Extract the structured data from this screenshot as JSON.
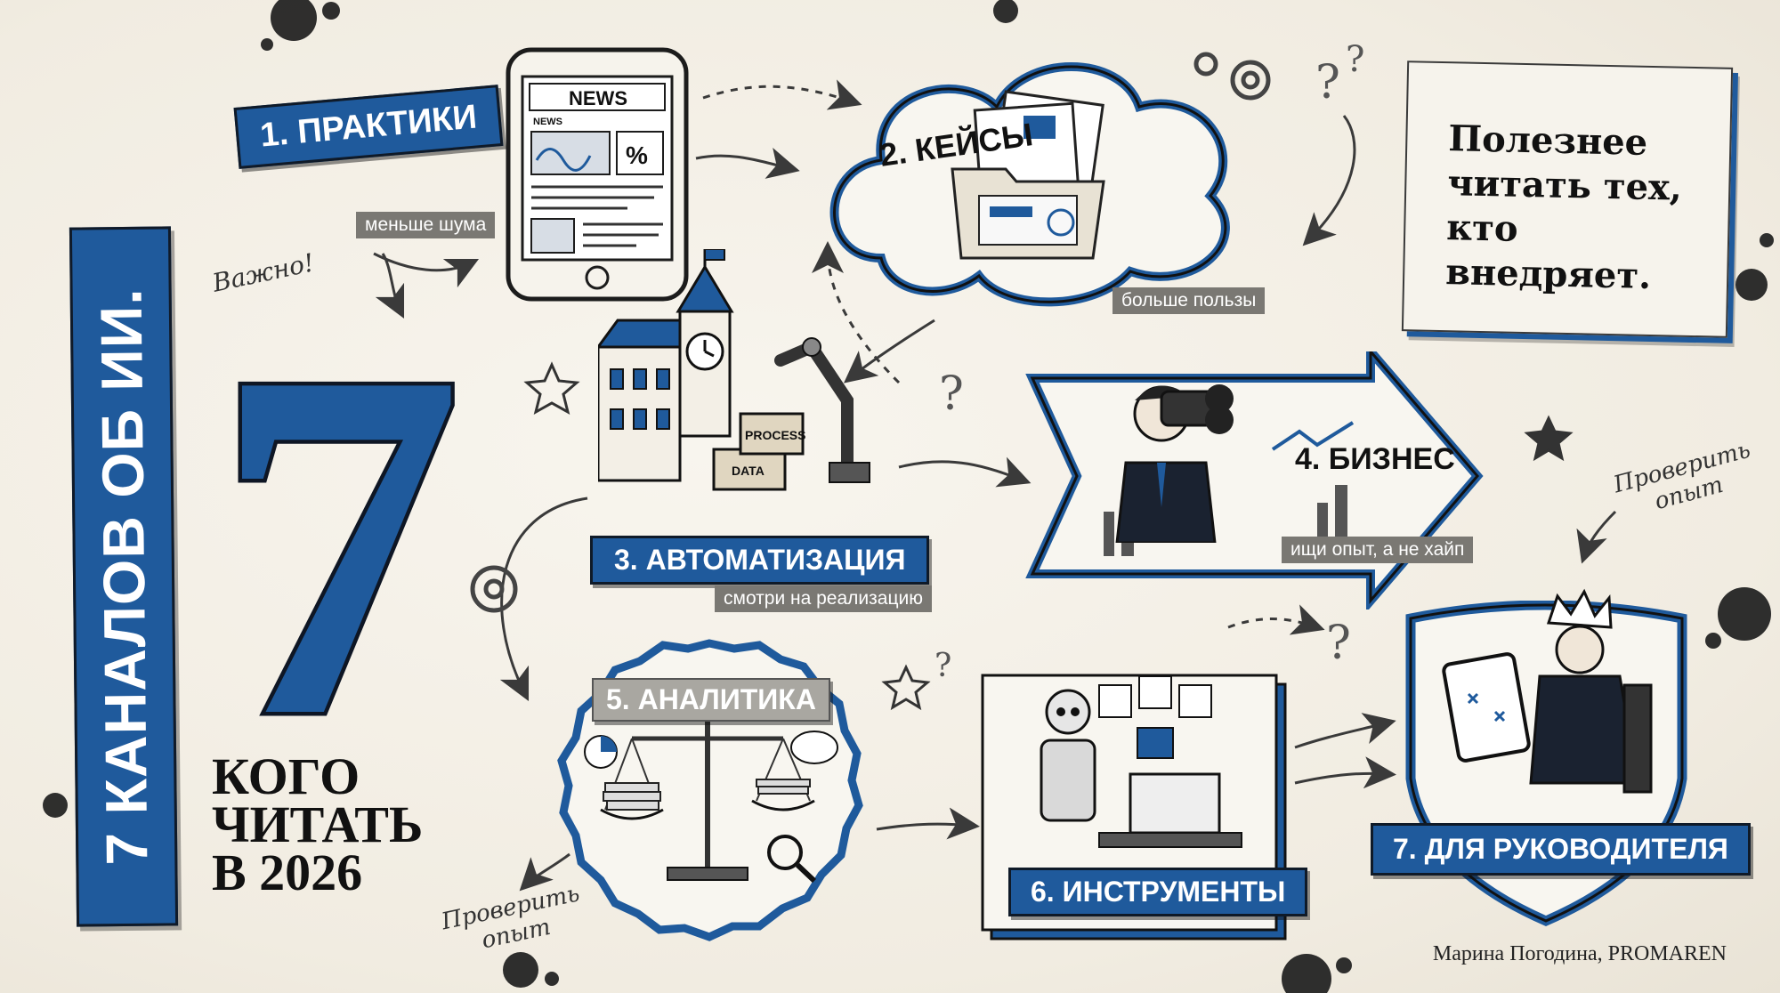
{
  "title": {
    "vertical": "7 КАНАЛОВ ОБ ИИ.",
    "big_number": "7",
    "subtitle_lines": [
      "КОГО",
      "ЧИТАТЬ",
      "В 2026"
    ]
  },
  "steps": [
    {
      "label": "1. ПРАКТИКИ",
      "tag": "меньше шума",
      "icon": "phone-news-icon"
    },
    {
      "label": "2. КЕЙСЫ",
      "tag": "больше пользы",
      "icon": "folder-documents-icon"
    },
    {
      "label": "3. АВТОМАТИЗАЦИЯ",
      "tag": "смотри на реализацию",
      "icon": "factory-robot-arm-icon",
      "boxes": [
        "PROCESS",
        "DATA"
      ]
    },
    {
      "label": "4. БИЗНЕС",
      "tag": "ищи опыт, а не хайп",
      "icon": "businessman-binoculars-icon"
    },
    {
      "label": "5. АНАЛИТИКА",
      "icon": "scales-analytics-icon"
    },
    {
      "label": "6. ИНСТРУМЕНТЫ",
      "icon": "robot-computer-icon"
    },
    {
      "label": "7. ДЛЯ РУКОВОДИТЕЛЯ",
      "icon": "leader-crown-shield-icon"
    }
  ],
  "phone_screen": {
    "headline": "NEWS",
    "sub": "NEWS",
    "percent": "%"
  },
  "annotations": {
    "important": "Важно!",
    "check_top_line1": "Проверить",
    "check_top_line2": "опыт",
    "check_bottom_line1": "Проверить",
    "check_bottom_line2": "опыт"
  },
  "note": {
    "lines": [
      "Полезнее",
      "читать тех,",
      "кто",
      "внедряет."
    ]
  },
  "author": "Марина Погодина, PROMAREN",
  "colors": {
    "accent": "#1f5a9c",
    "ink": "#111111",
    "paper": "#f3efe6",
    "tag": "#7a7873"
  }
}
